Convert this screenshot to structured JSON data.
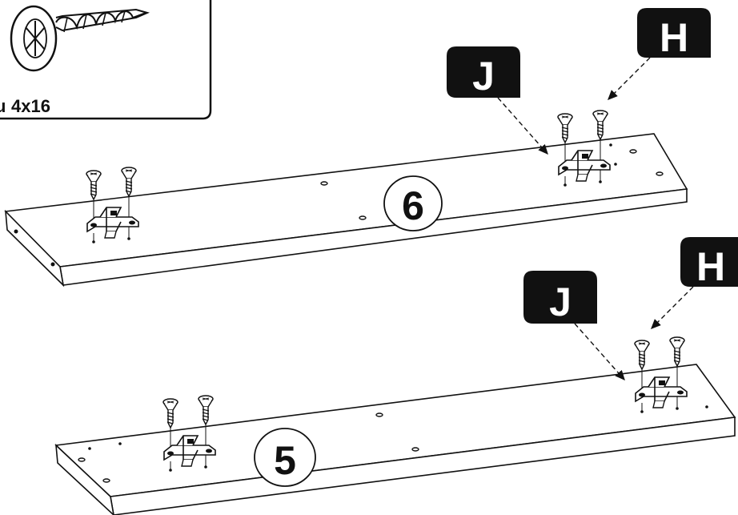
{
  "inset": {
    "screw_spec": "4x16",
    "prefix_glyph": "u"
  },
  "panels": [
    {
      "number": "6",
      "labels": {
        "j": "J",
        "h": "H"
      }
    },
    {
      "number": "5",
      "labels": {
        "j": "J",
        "h": "H"
      }
    }
  ],
  "colors": {
    "ink": "#111111",
    "paper": "#ffffff"
  },
  "icons": [
    "countersunk-screw-icon",
    "cam-bracket-icon",
    "pointer-arrow"
  ]
}
